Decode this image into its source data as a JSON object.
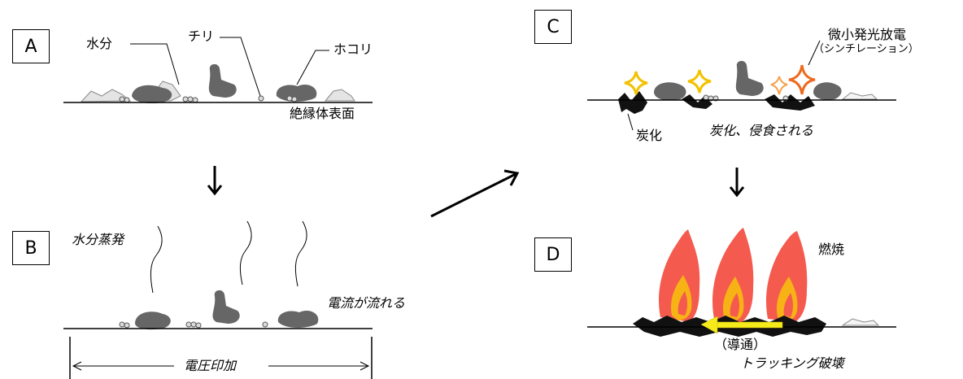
{
  "panels": {
    "a": {
      "letter": "A",
      "labels": {
        "moisture": "水分",
        "dust": "チリ",
        "lint": "ホコリ",
        "surface": "絶縁体表面"
      }
    },
    "b": {
      "letter": "B",
      "labels": {
        "evaporation": "水分蒸発",
        "current": "電流が流れる",
        "voltage": "電圧印加"
      }
    },
    "c": {
      "letter": "C",
      "labels": {
        "discharge": "微小発光放電",
        "scintillation": "（シンチレーション）",
        "carbonization": "炭化",
        "eroded": "炭化、侵食される"
      }
    },
    "d": {
      "letter": "D",
      "labels": {
        "combustion": "燃焼",
        "conduction": "（導通）",
        "breakdown": "トラッキング破壊"
      }
    }
  },
  "colors": {
    "dirt": "#666666",
    "moisture": "#e4e4e4",
    "spark_yellow": "#f2c200",
    "spark_orange": "#ee6a1e",
    "flame_outer": "#f55a4e",
    "flame_inner": "#f7b215",
    "char": "#111111",
    "arrow_conduct": "#f5ea1a"
  }
}
